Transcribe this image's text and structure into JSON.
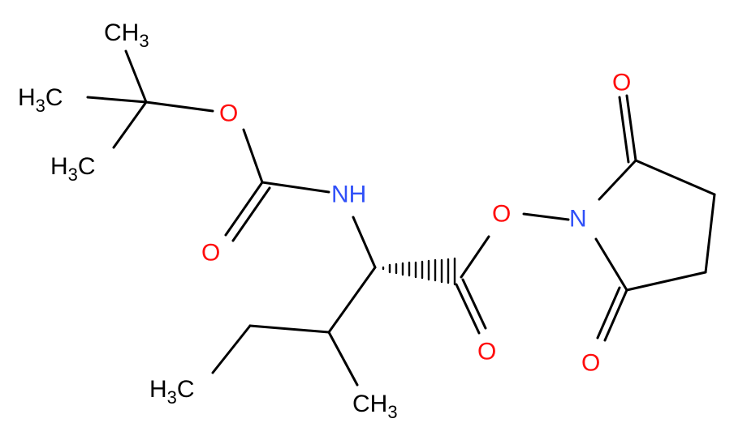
{
  "colors": {
    "carbon": "#000000",
    "oxygen": "#ff0d0d",
    "nitrogen": "#3050f8"
  },
  "atoms": {
    "ch3_top": {
      "main": "CH",
      "sub": "3"
    },
    "ch3_left1": {
      "main": "H",
      "sub": "3",
      "tail": "C"
    },
    "ch3_left2": {
      "main": "H",
      "sub": "3",
      "tail": "C"
    },
    "o_ether": {
      "main": "O"
    },
    "nh": {
      "main": "NH"
    },
    "o_carbonyl1": {
      "main": "O"
    },
    "o_ester": {
      "main": "O"
    },
    "n_ring": {
      "main": "N"
    },
    "o_ring_top": {
      "main": "O"
    },
    "o_ring_bot": {
      "main": "O"
    },
    "o_carbonyl2": {
      "main": "O"
    },
    "ch3_bottom": {
      "main": "CH",
      "sub": "3"
    },
    "ch3_ethyl": {
      "main": "H",
      "sub": "3",
      "tail": "C"
    }
  }
}
